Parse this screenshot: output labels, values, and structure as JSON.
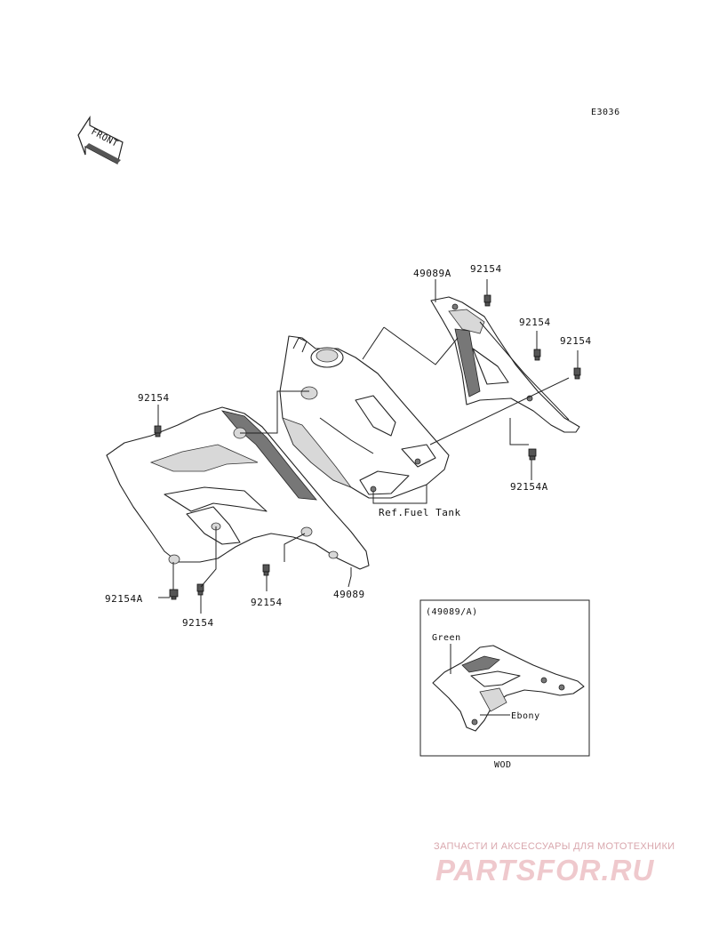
{
  "diagram_code": "E3036",
  "front_arrow_text": "FRONT",
  "parts": {
    "label_49089A": "49089A",
    "label_49089": "49089",
    "label_92154_top": "92154",
    "label_92154_upper_right": "92154",
    "label_92154_right": "92154",
    "label_92154A_right": "92154A",
    "label_92154_left": "92154",
    "label_92154A_left": "92154A",
    "label_92154_bottom": "92154",
    "label_92154_center": "92154",
    "ref_fuel_tank": "Ref.Fuel Tank"
  },
  "inset": {
    "title": "(49089/A)",
    "green_label": "Green",
    "ebony_label": "Ebony",
    "caption": "WOD"
  },
  "watermark": {
    "tagline": "ЗАПЧАСТИ И АКСЕССУАРЫ ДЛЯ МОТОТЕХНИКИ",
    "logo": "PARTSFOR.RU"
  }
}
